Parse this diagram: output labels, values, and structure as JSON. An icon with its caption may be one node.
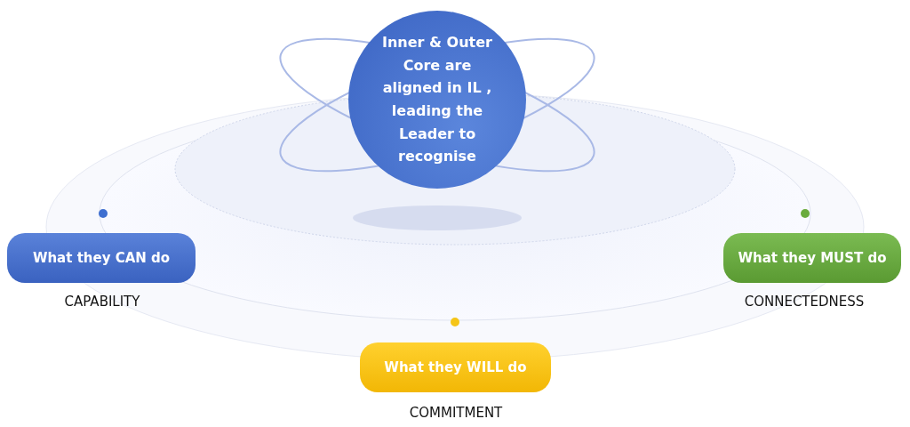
{
  "diagram": {
    "nodes": [
      {
        "text": [
          "Inner & Outer Core are aligned in IL , leading the Leader to recognise"
        ]
      },
      {
        "text": [
          "What they CAN do"
        ],
        "beside": [
          "CAPABILITY"
        ]
      },
      {
        "text": [
          "What they MUST do"
        ],
        "beside": [
          "CONNECTEDNESS"
        ]
      },
      {
        "text": [
          "What they WILL do"
        ],
        "beside": [
          "COMMITMENT"
        ]
      }
    ]
  }
}
